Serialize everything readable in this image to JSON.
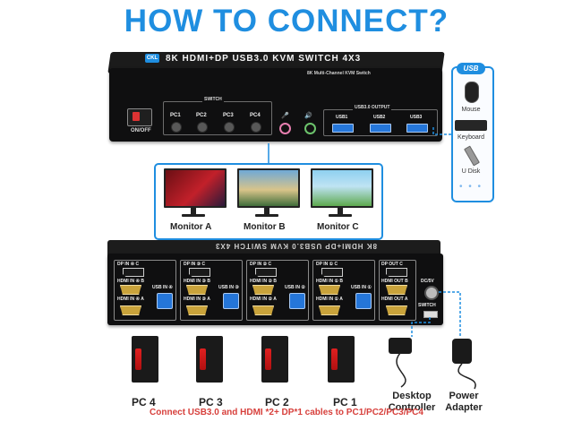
{
  "header": {
    "title": "HOW TO CONNECT?"
  },
  "front_panel": {
    "product_name": "8K HDMI+DP USB3.0 KVM SWITCH 4X3",
    "brand_badge": "CKL",
    "subtitle": "8K Multi-Channel KVM Switch",
    "power_label": "ON/OFF",
    "switch_title": "SWITCH",
    "pc_buttons": [
      "PC1",
      "PC2",
      "PC3",
      "PC4"
    ],
    "usb_output_title": "USB3.0 OUTPUT",
    "usb_outputs": [
      "USB1",
      "USB2",
      "USB3"
    ]
  },
  "usb_devices": {
    "tag": "USB",
    "items": [
      {
        "label": "Mouse",
        "icon": "mouse-icon"
      },
      {
        "label": "Keyboard",
        "icon": "keyboard-icon"
      },
      {
        "label": "U Disk",
        "icon": "usb-disk-icon"
      }
    ],
    "more": "• • •"
  },
  "monitors": [
    {
      "label": "Monitor A"
    },
    {
      "label": "Monitor B"
    },
    {
      "label": "Monitor C"
    }
  ],
  "back_panel": {
    "product_name": "8K HDMI+DP USB3.0 KVM SWITCH 4X3",
    "groups": [
      {
        "dp": "DP IN ④ C",
        "hdmi_b": "HDMI IN ④ B",
        "usb": "USB IN ④",
        "hdmi_a": "HDMI IN ④ A"
      },
      {
        "dp": "DP IN ③ C",
        "hdmi_b": "HDMI IN ③ B",
        "usb": "USB IN ③",
        "hdmi_a": "HDMI IN ③ A"
      },
      {
        "dp": "DP IN ② C",
        "hdmi_b": "HDMI IN ② B",
        "usb": "USB IN ②",
        "hdmi_a": "HDMI IN ② A"
      },
      {
        "dp": "DP IN ① C",
        "hdmi_b": "HDMI IN ① B",
        "usb": "USB IN ①",
        "hdmi_a": "HDMI IN ① A"
      }
    ],
    "out": {
      "dp": "DP OUT C",
      "hdmi_b": "HDMI OUT B",
      "hdmi_a": "HDMI OUT A"
    },
    "dc_label": "DC/5V",
    "switch_label": "SWITCH"
  },
  "pcs": [
    {
      "label": "PC 4"
    },
    {
      "label": "PC 3"
    },
    {
      "label": "PC 2"
    },
    {
      "label": "PC 1"
    }
  ],
  "accessories": [
    {
      "label_1": "Desktop",
      "label_2": "Controller"
    },
    {
      "label_1": "Power",
      "label_2": "Adapter"
    }
  ],
  "footer": {
    "text": "Connect USB3.0 and HDMI *2+ DP*1 cables to PC1/PC2/PC3/PC4"
  },
  "colors": {
    "accent": "#1f8ee0",
    "footer_red": "#d7403c",
    "usb_blue": "#2576d9",
    "hdmi_gold": "#c9a33b"
  }
}
